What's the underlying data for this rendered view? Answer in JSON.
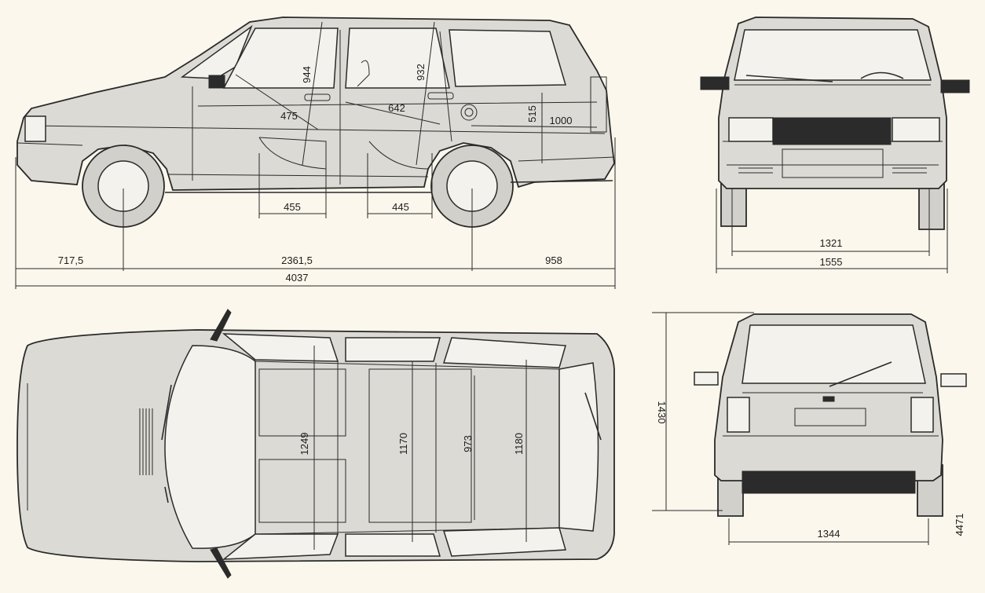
{
  "side_view": {
    "dims": {
      "front_overhang": "717,5",
      "wheelbase": "2361,5",
      "rear_overhang": "958",
      "overall_length": "4037",
      "front_seat_depth": "455",
      "rear_seat_depth": "445",
      "front_headroom": "944",
      "rear_headroom": "932",
      "front_legroom": "475",
      "rear_legroom": "642",
      "load_sill": "515",
      "load_height": "1000"
    }
  },
  "front_view": {
    "dims": {
      "front_track": "1321",
      "overall_width": "1555"
    }
  },
  "top_view": {
    "dims": {
      "front_width": "1249",
      "rear_width": "1170",
      "wheelarch_width": "973",
      "boot_width": "1180"
    }
  },
  "rear_view": {
    "dims": {
      "height": "1430",
      "rear_track": "1344"
    }
  },
  "drawing_number": "4471"
}
